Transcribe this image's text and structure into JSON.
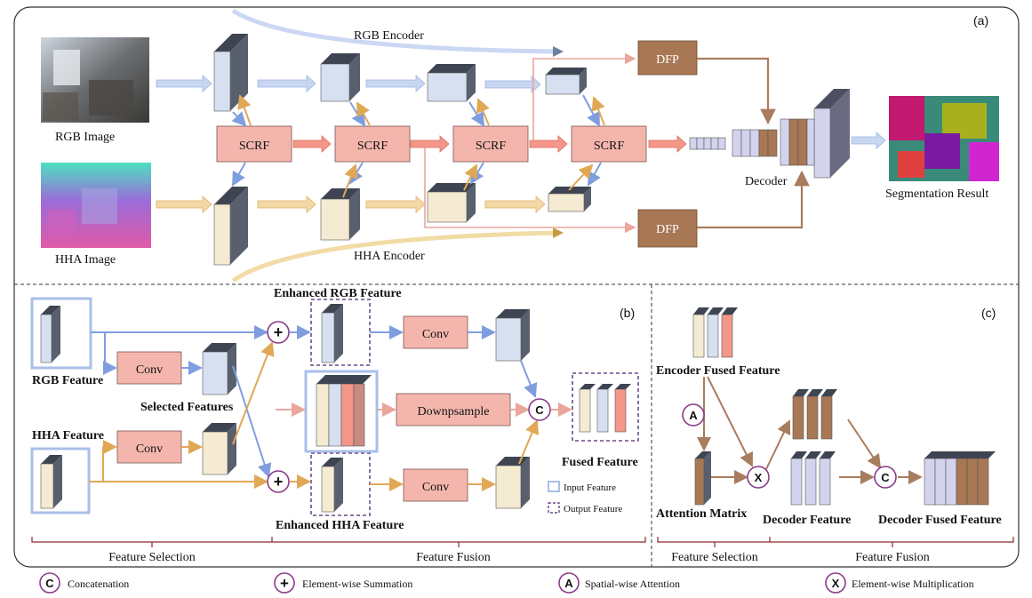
{
  "panel_a": {
    "tag": "(a)",
    "rgb_encoder": "RGB Encoder",
    "hha_encoder": "HHA Encoder",
    "rgb_image": "RGB Image",
    "hha_image": "HHA Image",
    "scrf": "SCRF",
    "dfp": "DFP",
    "decoder": "Decoder",
    "segmentation": "Segmentation Result"
  },
  "panel_b": {
    "tag": "(b)",
    "enhanced_rgb": "Enhanced RGB Feature",
    "enhanced_hha": "Enhanced HHA Feature",
    "rgb_feature": "RGB Feature",
    "hha_feature": "HHA Feature",
    "selected": "Selected Features",
    "conv": "Conv",
    "downsample": "Downpsample",
    "fused": "Fused Feature",
    "input_legend": "Input Feature",
    "output_legend": "Output Feature",
    "sec_selection": "Feature Selection",
    "sec_fusion": "Feature Fusion"
  },
  "panel_c": {
    "tag": "(c)",
    "encoder_fused": "Encoder Fused Feature",
    "attention": "Attention Matrix",
    "decoder_feature": "Decoder Feature",
    "decoder_fused": "Decoder Fused Feature",
    "sec_selection": "Feature Selection",
    "sec_fusion": "Feature Fusion"
  },
  "symbols": {
    "c": "C",
    "plus": "+",
    "a": "A",
    "x": "X"
  },
  "legend": {
    "concat": "Concatenation",
    "sum": "Element-wise Summation",
    "spatial": "Spatial-wise Attention",
    "mult": "Element-wise Multiplication"
  },
  "colors": {
    "rgb_blue": "#d6e0f0",
    "hha_cream": "#f5ead2",
    "scrf_pink": "#f4b6ac",
    "dfp_brown": "#a87754",
    "decoder_lav": "#d3d3ee",
    "purple_circle": "#8a3a8a"
  }
}
